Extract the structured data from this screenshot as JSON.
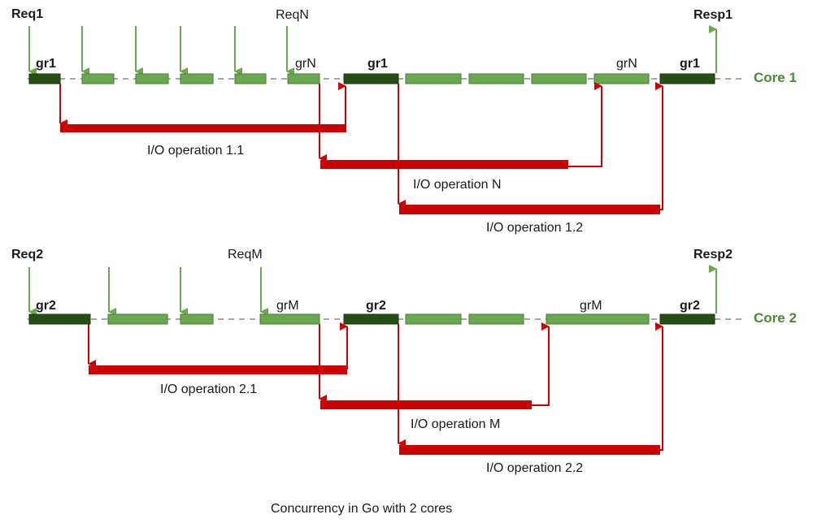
{
  "diagram": {
    "caption": "Concurrency in Go with 2 cores",
    "colors": {
      "goroutine_light": "#6aa84f",
      "goroutine_dark": "#274e13",
      "io_red": "#cc0000",
      "core_label": "#4a8a34",
      "timeline": "#888888"
    },
    "core1": {
      "label": "Core 1",
      "request_first": "Req1",
      "request_last": "ReqN",
      "response": "Resp1",
      "goroutine_main_start": "gr1",
      "goroutine_main_mid": "gr1",
      "goroutine_main_end": "gr1",
      "goroutine_n_first": "grN",
      "goroutine_n_second": "grN",
      "io_op_a": "I/O operation 1.1",
      "io_op_n": "I/O operation N",
      "io_op_b": "I/O operation 1.2"
    },
    "core2": {
      "label": "Core 2",
      "request_first": "Req2",
      "request_last": "ReqM",
      "response": "Resp2",
      "goroutine_main_start": "gr2",
      "goroutine_main_mid": "gr2",
      "goroutine_main_end": "gr2",
      "goroutine_m_first": "grM",
      "goroutine_m_second": "grM",
      "io_op_a": "I/O operation 2.1",
      "io_op_m": "I/O operation M",
      "io_op_b": "I/O operation 2.2"
    }
  }
}
